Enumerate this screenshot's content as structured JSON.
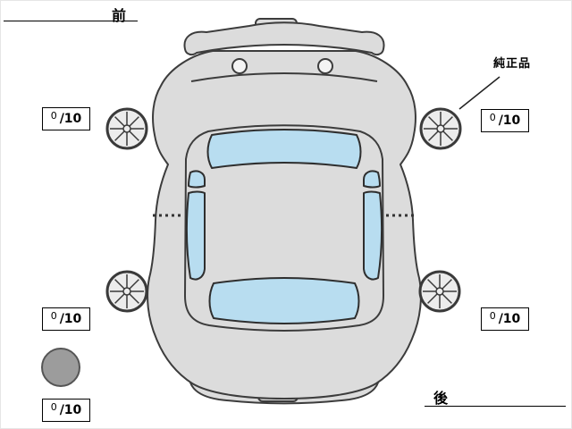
{
  "labels": {
    "front": "前",
    "rear": "後",
    "genuine_part": "純正品"
  },
  "tire_scores": {
    "front_left": {
      "value": "0",
      "denom": "/10"
    },
    "front_right": {
      "value": "0",
      "denom": "/10"
    },
    "rear_left": {
      "value": "0",
      "denom": "/10"
    },
    "rear_right": {
      "value": "0",
      "denom": "/10"
    },
    "spare": {
      "value": "0",
      "denom": "/10"
    }
  },
  "colors": {
    "body": "#dcdcdc",
    "glass": "#b8ddf0",
    "outline": "#3c3c3c",
    "spare_tire": "#9c9c9c"
  }
}
